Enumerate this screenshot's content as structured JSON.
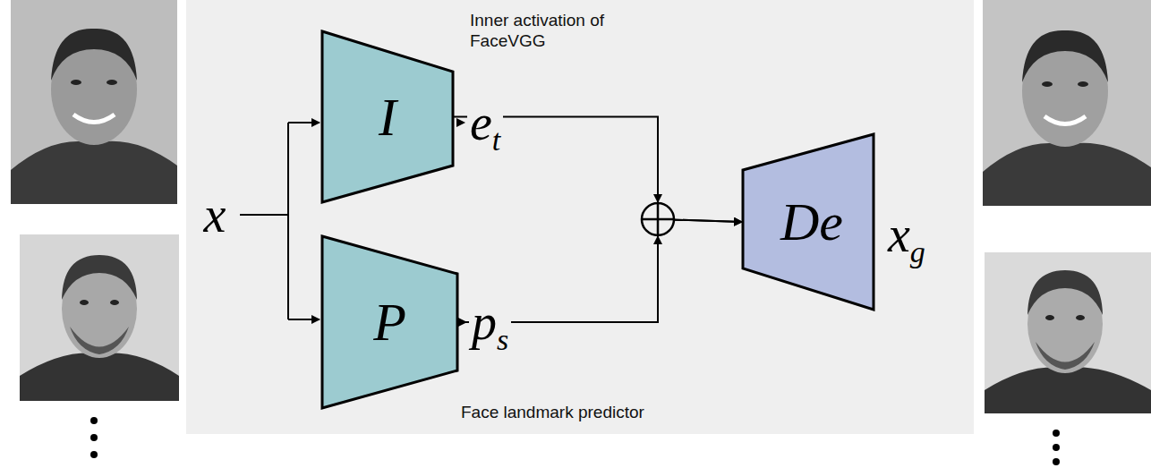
{
  "diagram": {
    "nodes": [
      {
        "text": [
          "I"
        ]
      },
      {
        "text": [
          "P"
        ]
      },
      {
        "text": [
          "De"
        ]
      }
    ],
    "edges": [
      {
        "from": 0,
        "to": 2,
        "arrow": "to"
      },
      {
        "from": 1,
        "to": 2,
        "arrow": "to"
      }
    ],
    "labels": [
      "Inner activation of FaceVGG",
      "x",
      "e",
      "t",
      "p",
      "s",
      "x",
      "g",
      "Face landmark predictor"
    ]
  }
}
